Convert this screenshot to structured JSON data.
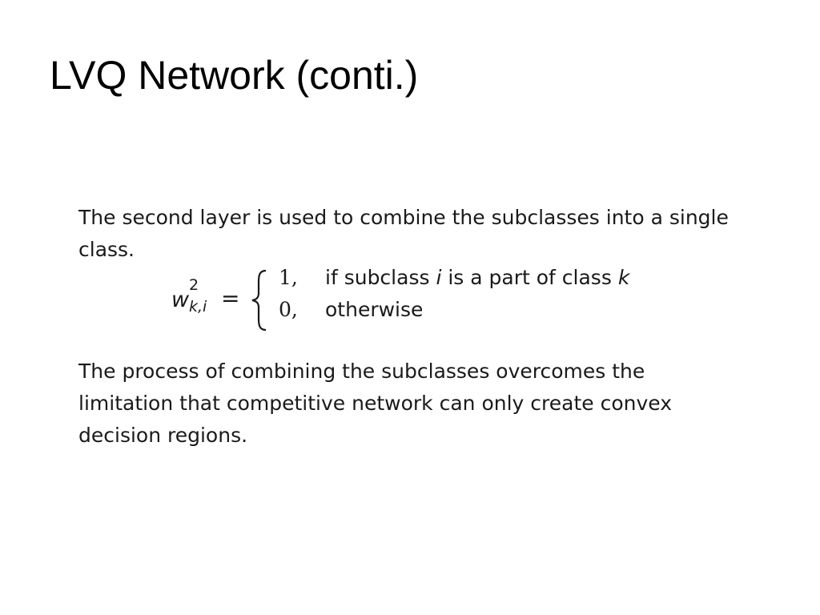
{
  "slide": {
    "title": "LVQ Network (conti.)"
  },
  "content": {
    "paragraph1": "The second layer is used to combine the subclasses into a single class.",
    "formula": {
      "lhs_symbol": "w",
      "lhs_superscript": "2",
      "lhs_subscript": "k,i",
      "equals": "=",
      "case1_value": "1,",
      "case1_text_a": "if subclass ",
      "case1_var_i": "i",
      "case1_text_b": " is a part of class ",
      "case1_var_k": "k",
      "case2_value": "0,",
      "case2_text": "otherwise"
    },
    "paragraph2": "The process of combining the subclasses overcomes the limitation that competitive network can only create convex decision regions."
  }
}
